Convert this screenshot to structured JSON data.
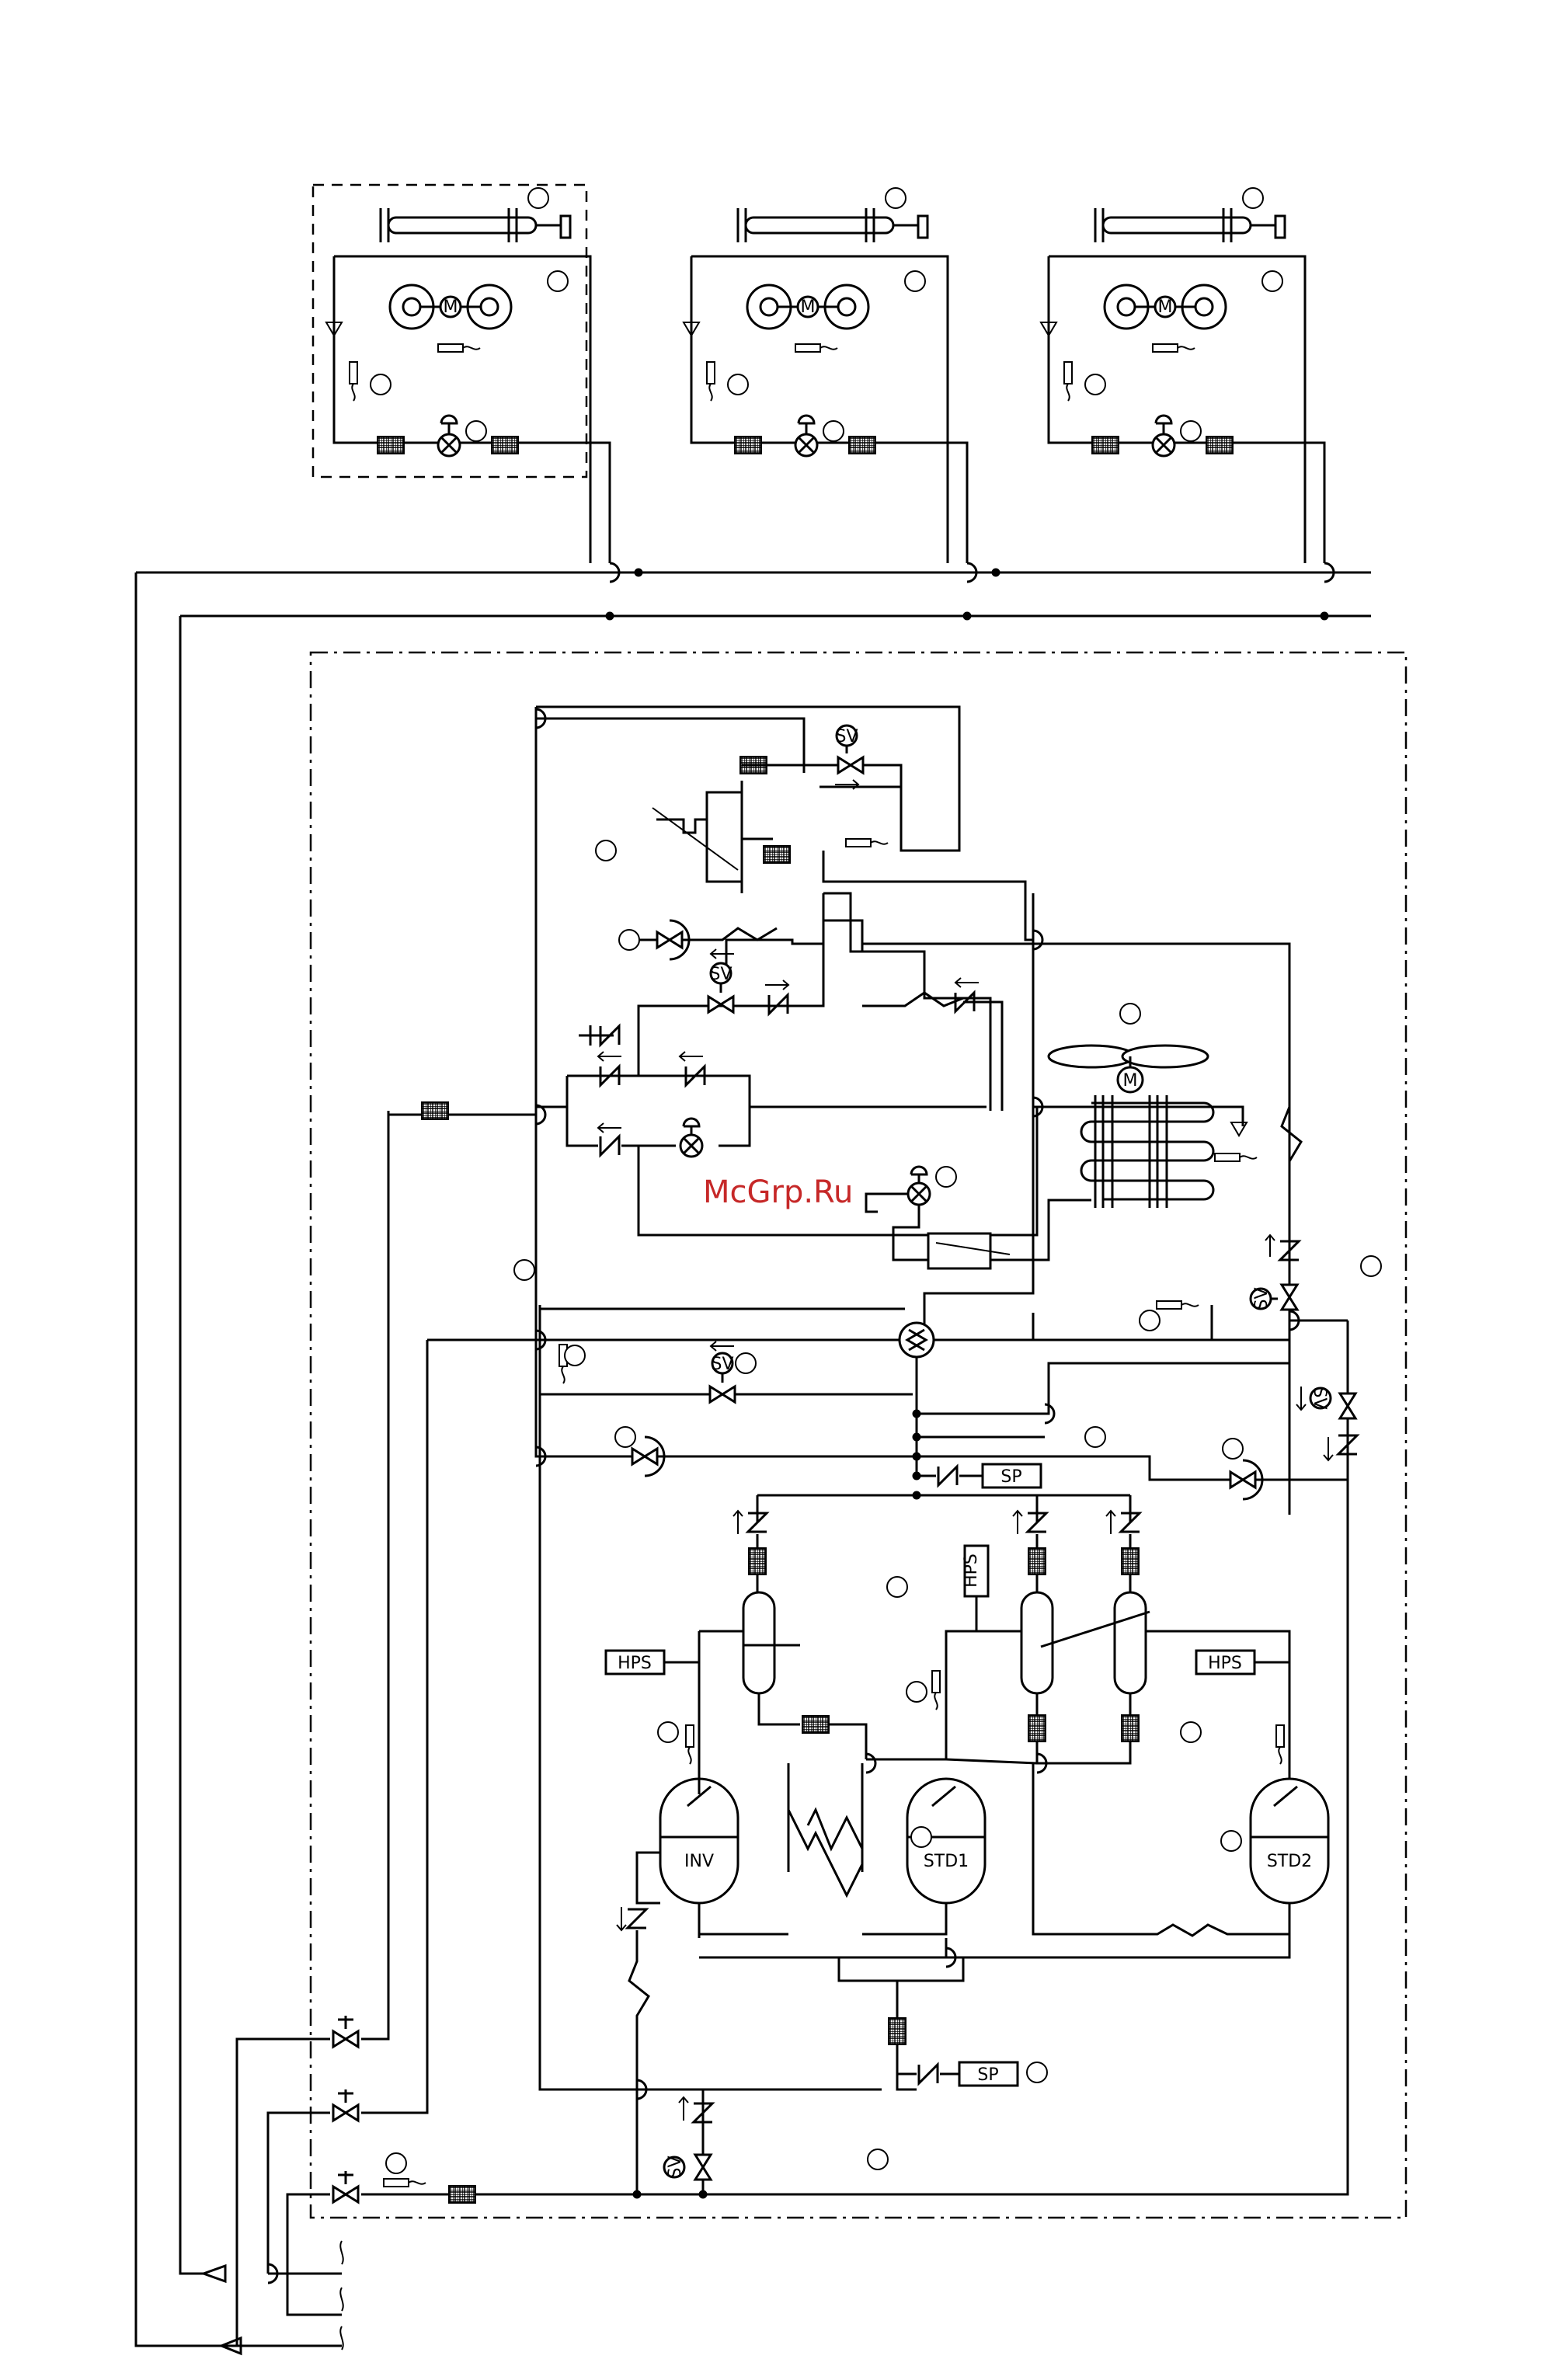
{
  "watermark": "McGrp.Ru",
  "labels": {
    "sv": "SV",
    "sp": "SP",
    "hps": "HPS",
    "motor": "M",
    "comp_inv": "INV",
    "comp_std1": "STD1",
    "comp_std2": "STD2"
  },
  "colors": {
    "line": "#000000",
    "watermark": "#c62828"
  }
}
